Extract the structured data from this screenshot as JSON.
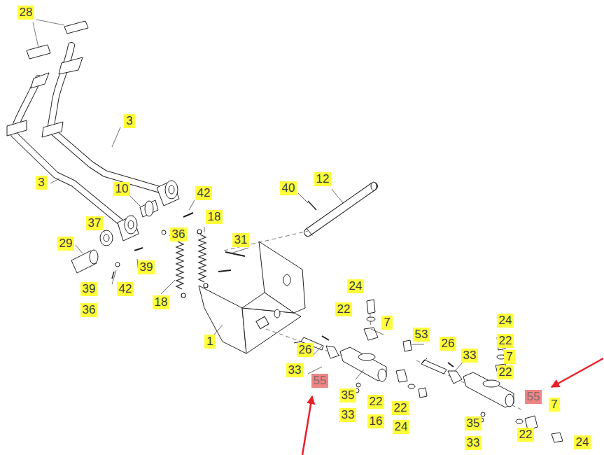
{
  "diagram": {
    "labels": [
      "28",
      "3",
      "3",
      "10",
      "42",
      "40",
      "12",
      "37",
      "29",
      "18",
      "36",
      "31",
      "39",
      "39",
      "42",
      "36",
      "18",
      "1",
      "24",
      "22",
      "7",
      "53",
      "24",
      "22",
      "26",
      "7",
      "26",
      "33",
      "33",
      "22",
      "55",
      "55",
      "35",
      "22",
      "16",
      "33",
      "22",
      "24",
      "7",
      "35",
      "33",
      "22",
      "24"
    ]
  }
}
